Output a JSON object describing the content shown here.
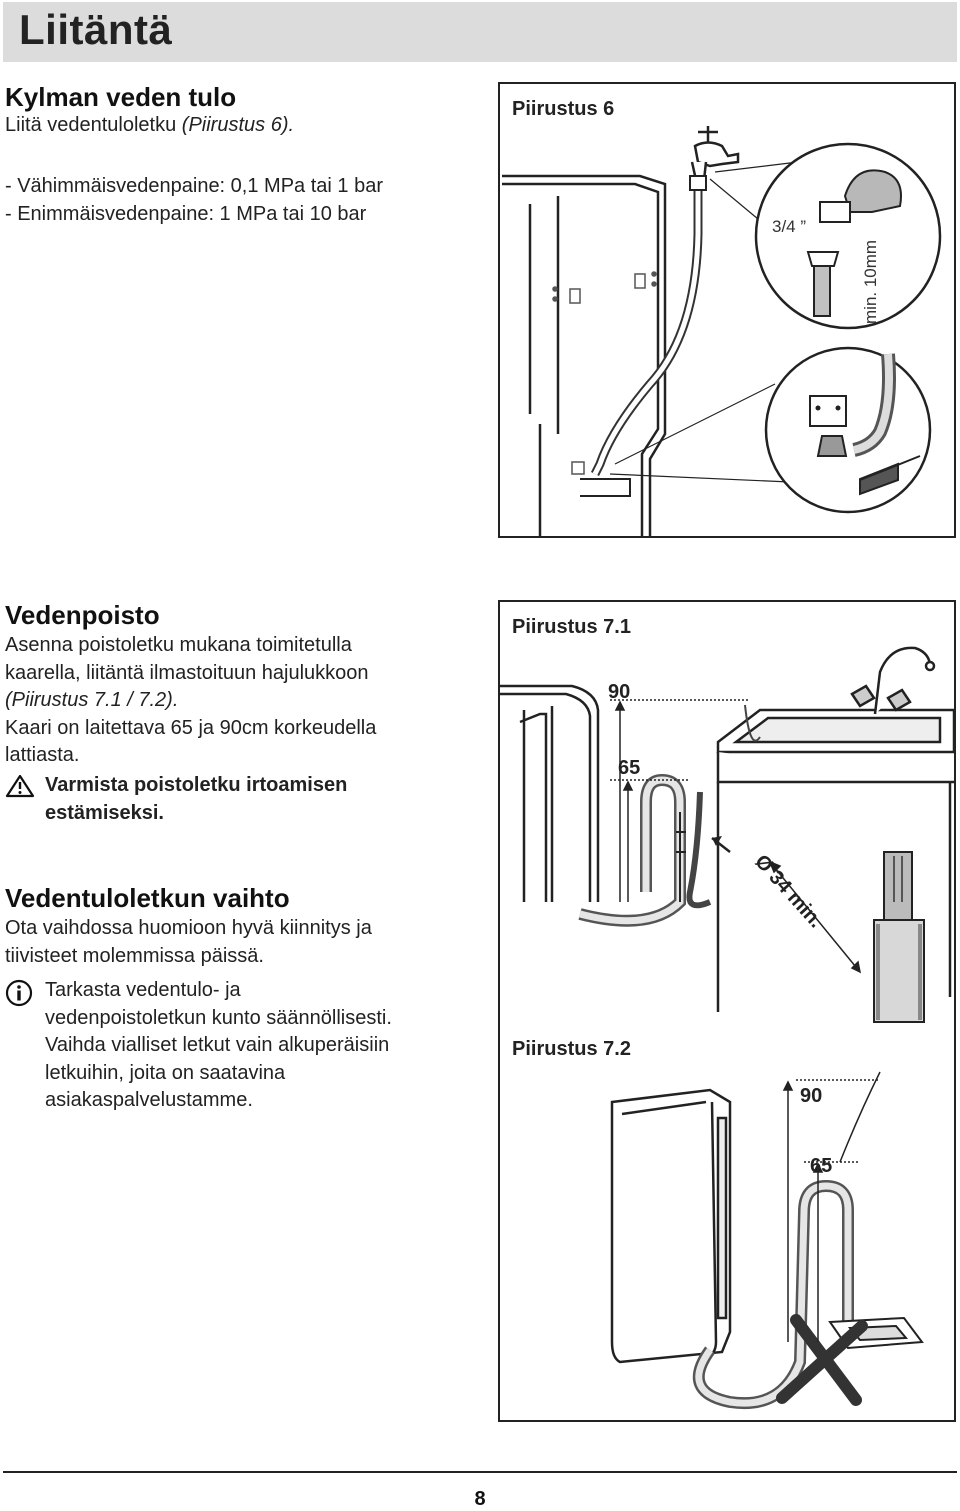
{
  "header": {
    "title": "Liitäntä"
  },
  "cold_water": {
    "heading": "Kylman veden tulo",
    "intro": "Liitä vedentuloletku",
    "intro_ref": "(Piirustus 6).",
    "min_pressure": "- Vähimmäisvedenpaine: 0,1 MPa tai 1 bar",
    "max_pressure": "- Enimmäisvedenpaine: 1 MPa tai 10 bar"
  },
  "drain": {
    "heading": "Vedenpoisto",
    "line1": "Asenna poistoletku mukana toimitetulla",
    "line2": "kaarella, liitäntä ilmastoituun hajulukkoon",
    "ref": "(Piirustus 7.1 / 7.2).",
    "line3": "Kaari on laitettava  65 ja 90cm korkeudella",
    "line4": "lattiasta.",
    "warning1": "Varmista poistoletku irtoamisen",
    "warning2": "estämiseksi."
  },
  "hose_replace": {
    "heading": "Vedentuloletkun vaihto",
    "line1": "Ota vaihdossa huomioon hyvä kiinnitys ja",
    "line2": "tiivisteet molemmissa päissä.",
    "info1": "Tarkasta vedentulo- ja",
    "info2": "vedenpoistoletkun kunto säännöllisesti.",
    "info3": "Vaihda vialliset letkut vain alkuperäisiin",
    "info4": "letkuihin, joita on saatavina",
    "info5": "asiakaspalvelustamme."
  },
  "figures": {
    "fig6": {
      "label": "Piirustus 6",
      "thread": "3/4 ”",
      "min_gap": "min. 10mm"
    },
    "fig71": {
      "label": "Piirustus 7.1",
      "h90": "90",
      "h65": "65",
      "diameter": "Ø 34 min."
    },
    "fig72": {
      "label": "Piirustus 7.2",
      "h90": "90",
      "h65": "65"
    }
  },
  "footer": {
    "page_number": "8"
  },
  "icons": {
    "warning": "warning-triangle-icon",
    "info": "info-circle-icon"
  }
}
